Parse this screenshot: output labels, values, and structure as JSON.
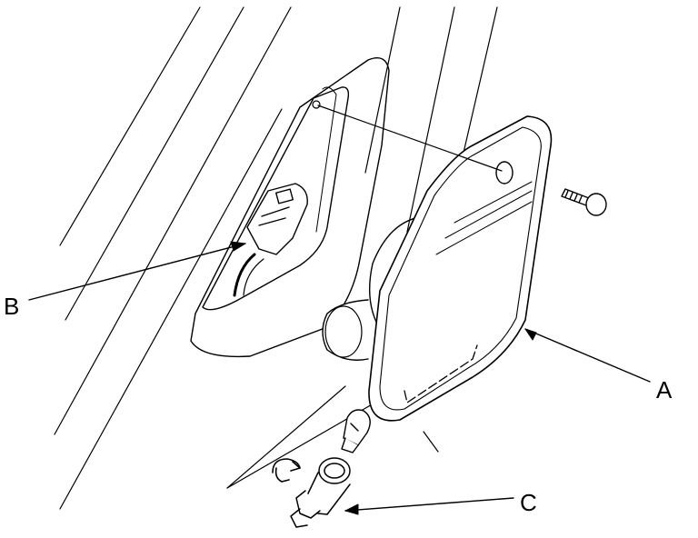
{
  "diagram": {
    "labels": {
      "a": "A",
      "b": "B",
      "c": "C"
    },
    "colors": {
      "line": "#000000",
      "background": "#ffffff"
    }
  }
}
